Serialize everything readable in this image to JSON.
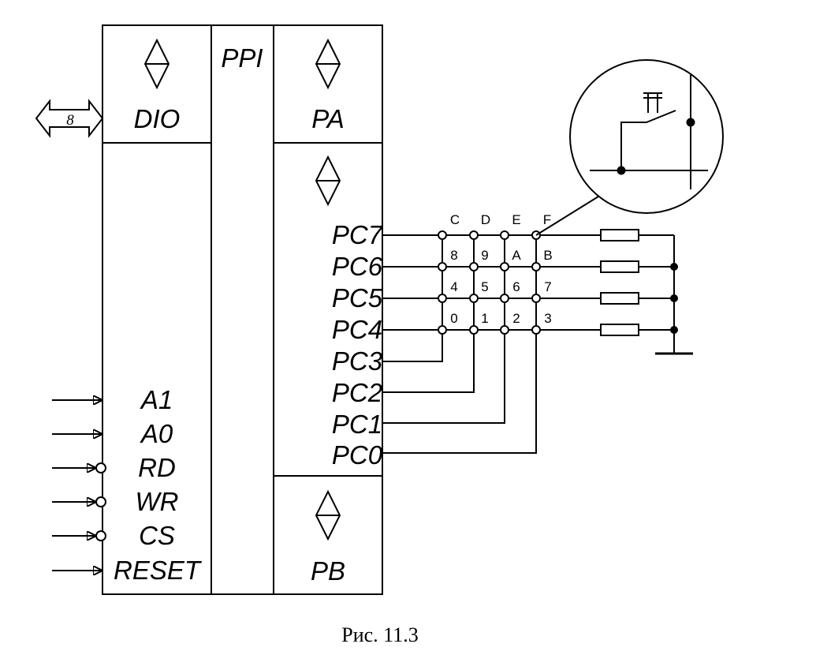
{
  "chip": {
    "left_port": "DIO",
    "center_title": "PPI",
    "port_a": "PA",
    "port_b": "PB",
    "bus_width": "8",
    "port_c_pins": [
      "PC7",
      "PC6",
      "PC5",
      "PC4",
      "PC3",
      "PC2",
      "PC1",
      "PC0"
    ],
    "control_inputs": [
      {
        "label": "A1",
        "inverted": false
      },
      {
        "label": "A0",
        "inverted": false
      },
      {
        "label": "RD",
        "inverted": true
      },
      {
        "label": "WR",
        "inverted": true
      },
      {
        "label": "CS",
        "inverted": true
      },
      {
        "label": "RESET",
        "inverted": false
      }
    ]
  },
  "keypad": {
    "column_labels": [
      "C",
      "D",
      "E",
      "F"
    ],
    "key_rows": [
      [
        "8",
        "9",
        "A",
        "B"
      ],
      [
        "4",
        "5",
        "6",
        "7"
      ],
      [
        "0",
        "1",
        "2",
        "3"
      ]
    ]
  },
  "caption": "Рис. 11.3"
}
